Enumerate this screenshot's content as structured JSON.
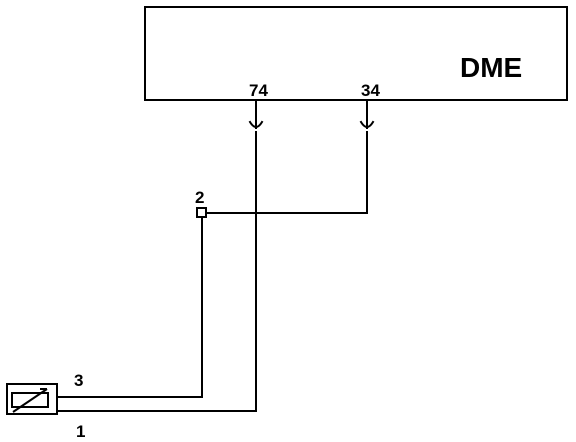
{
  "module": {
    "label": "DME"
  },
  "module_pins": [
    {
      "label": "74"
    },
    {
      "label": "34"
    }
  ],
  "connector": {
    "label": "2"
  },
  "sensor": {
    "icon": "temperature-sensor-icon",
    "pin_labels": [
      "3",
      "1"
    ]
  },
  "colors": {
    "line": "#000000",
    "background": "#ffffff"
  }
}
